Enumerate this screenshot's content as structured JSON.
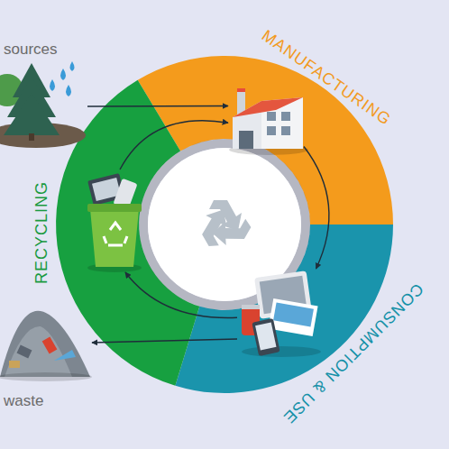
{
  "diagram": {
    "nodes": [
      {
        "text": [
          "sources"
        ]
      },
      {
        "text": [
          "MANUFACTURING"
        ]
      },
      {
        "text": [
          "CONSUMPTION & USE"
        ]
      },
      {
        "text": [
          "RECYCLING"
        ]
      },
      {
        "text": [
          "waste"
        ]
      }
    ],
    "edges": [
      {
        "from": 0,
        "to": 1,
        "arrow": "to"
      },
      {
        "from": 1,
        "to": 2,
        "arrow": "to"
      },
      {
        "from": 2,
        "to": 3,
        "arrow": "to"
      },
      {
        "from": 3,
        "to": 1,
        "arrow": "to"
      },
      {
        "from": 2,
        "to": 4,
        "arrow": "to"
      }
    ]
  }
}
